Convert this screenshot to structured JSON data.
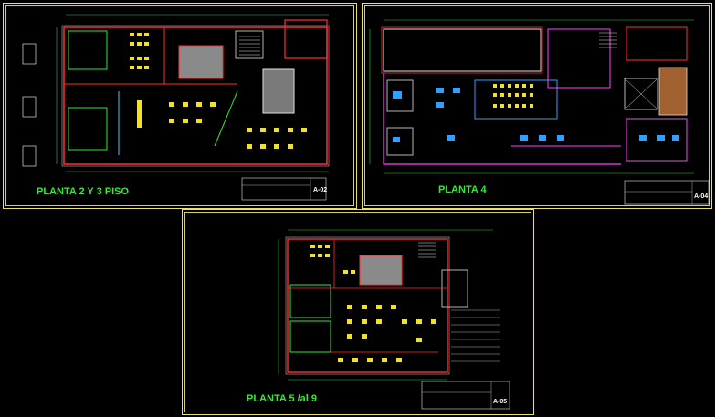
{
  "sheets": [
    {
      "title": "PLANTA 2 Y 3 PISO",
      "code": "A-02"
    },
    {
      "title": "PLANTA 4",
      "code": "A-04"
    },
    {
      "title": "PLANTA 5 /al 9",
      "code": "A-05"
    }
  ],
  "colors": {
    "border": "#e8e070",
    "title": "#38e838",
    "wall": "#ff3030",
    "furniture": "#f0e030",
    "glass": "#30d0ff",
    "partition": "#ff40ff",
    "green": "#30e830",
    "white": "#ffffff"
  }
}
